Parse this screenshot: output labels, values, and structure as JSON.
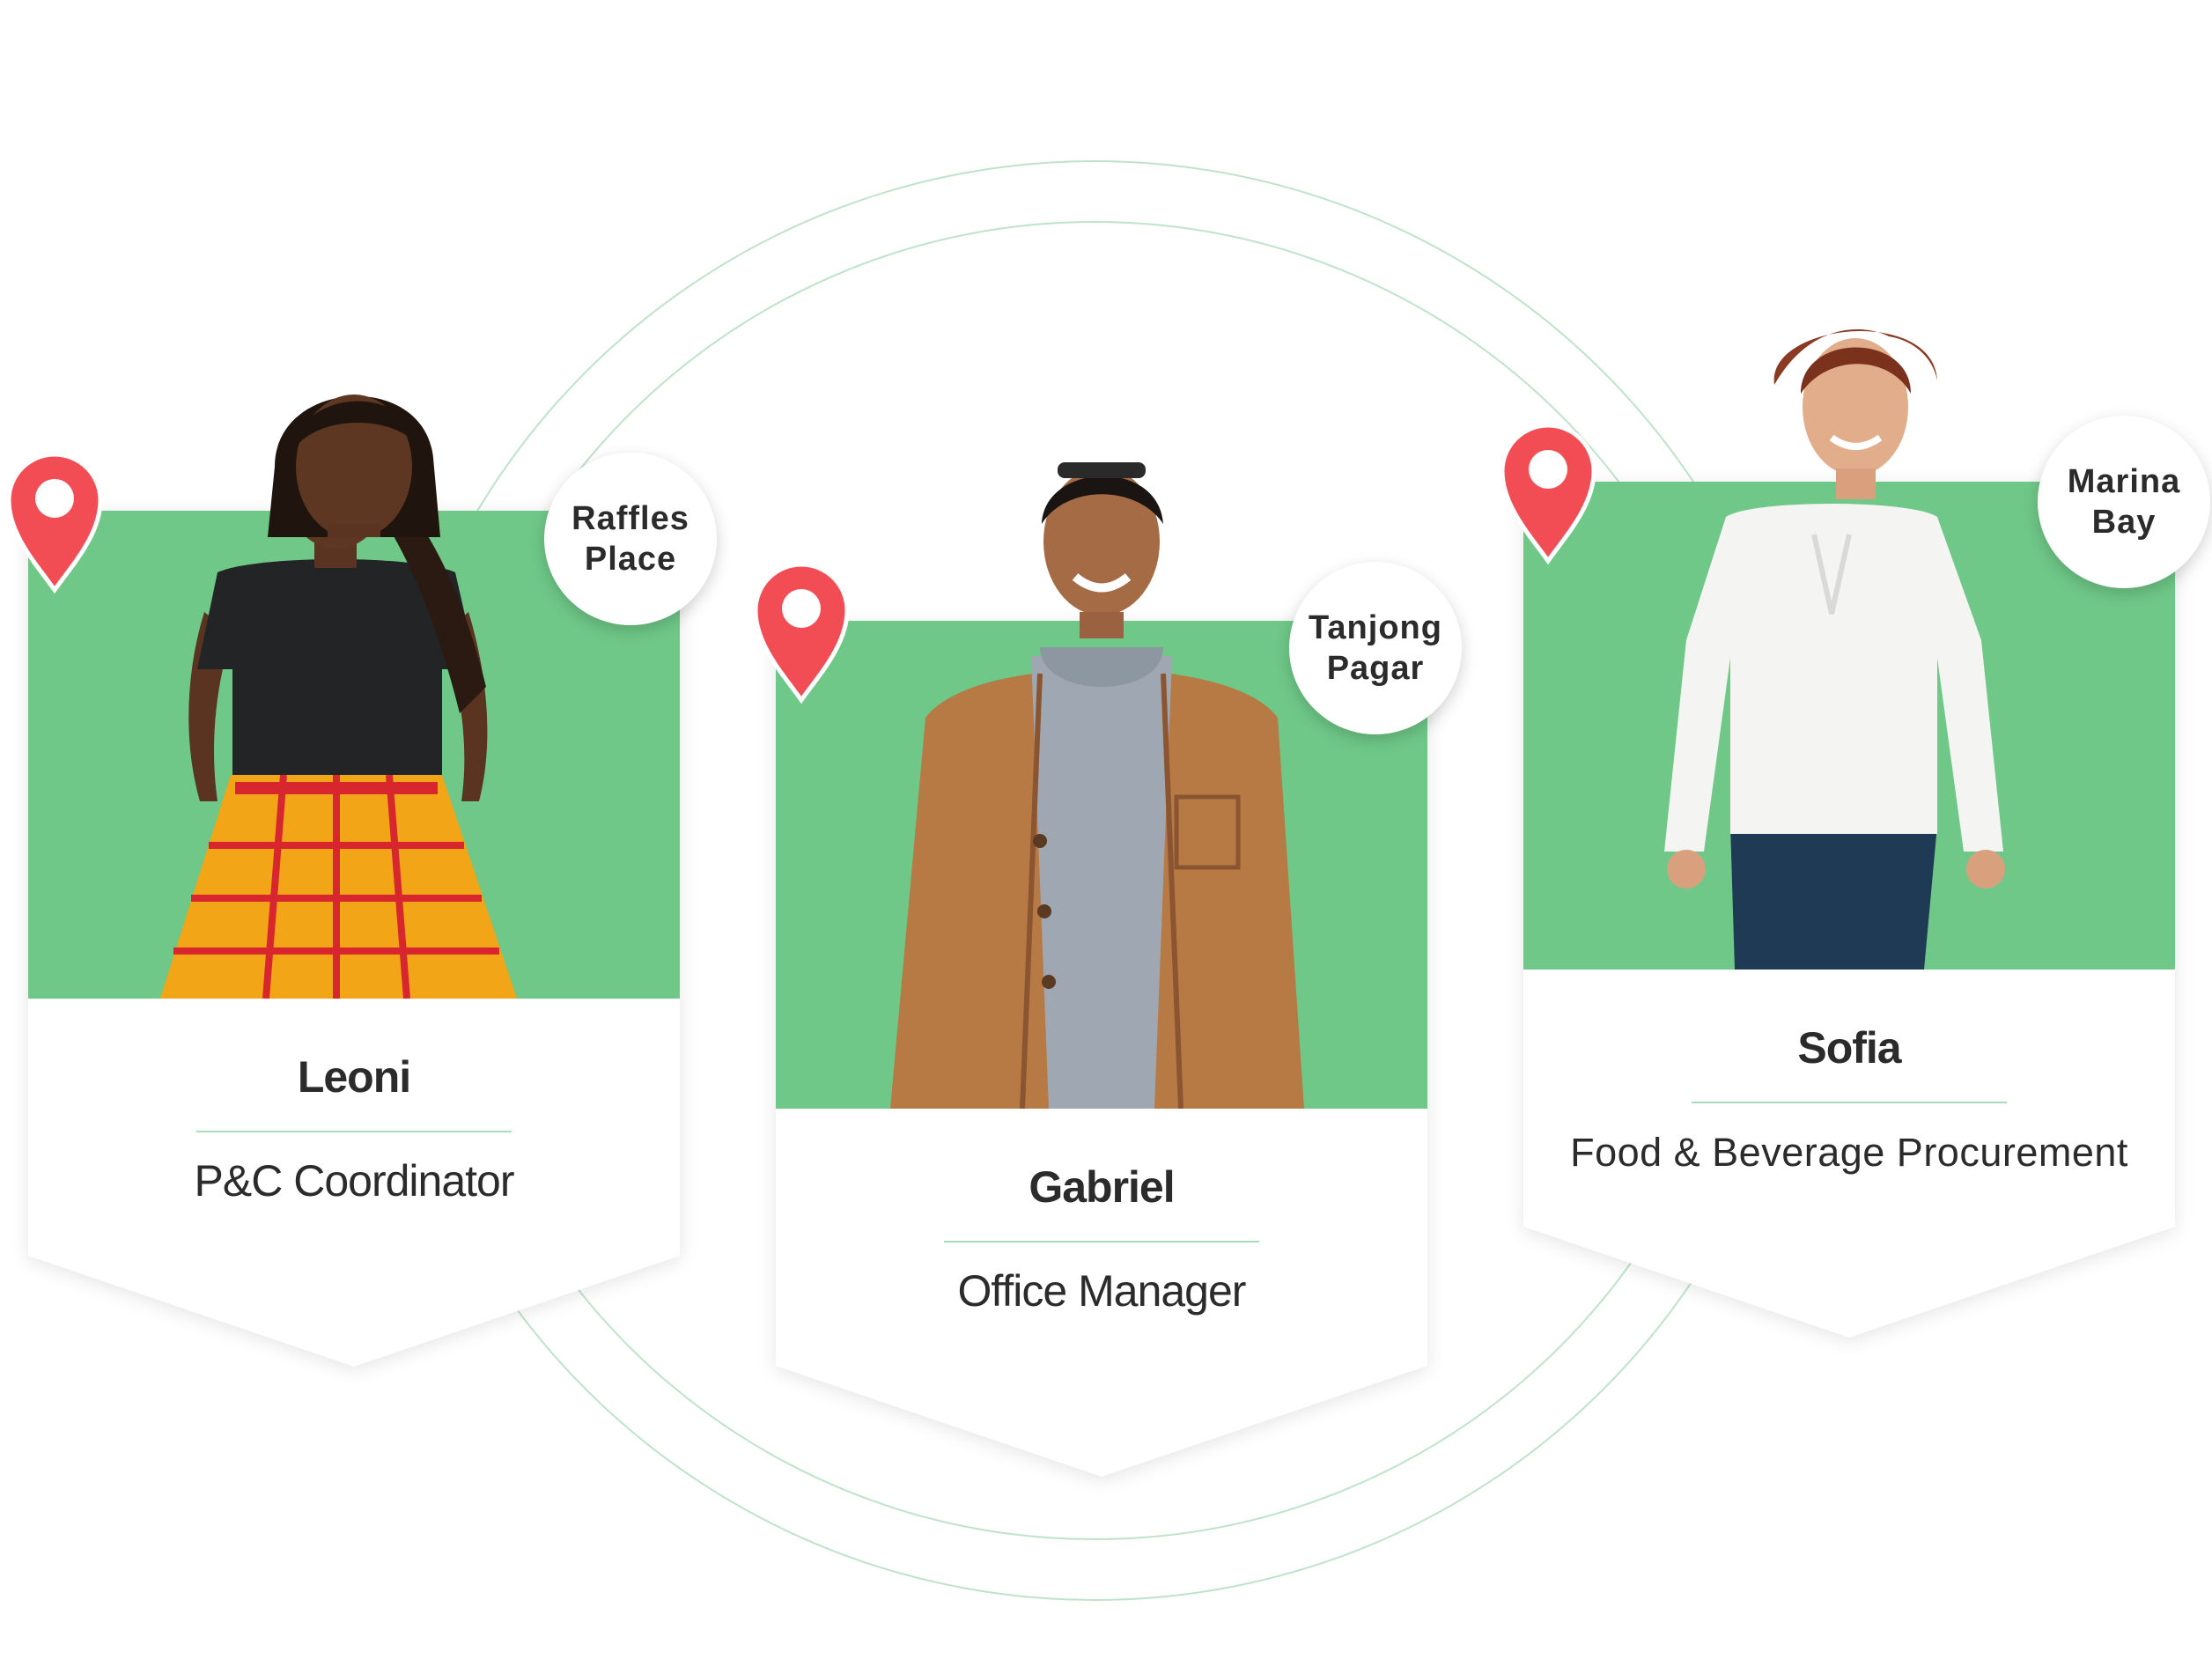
{
  "colors": {
    "accent_green": "#6fc888",
    "divider_green": "#a9dcba",
    "ring_stroke": "#bfe3c9",
    "pin_red": "#f24c55",
    "card_bg": "#ffffff",
    "text_dark": "#2b2b2b"
  },
  "profiles": [
    {
      "name": "Leoni",
      "role": "P&C Coordinator",
      "location": "Raffles\nPlace",
      "icon": "map-pin-icon"
    },
    {
      "name": "Gabriel",
      "role": "Office Manager",
      "location": "Tanjong\nPagar",
      "icon": "map-pin-icon"
    },
    {
      "name": "Sofia",
      "role": "Food & Beverage Procurement",
      "location": "Marina\nBay",
      "icon": "map-pin-icon"
    }
  ]
}
